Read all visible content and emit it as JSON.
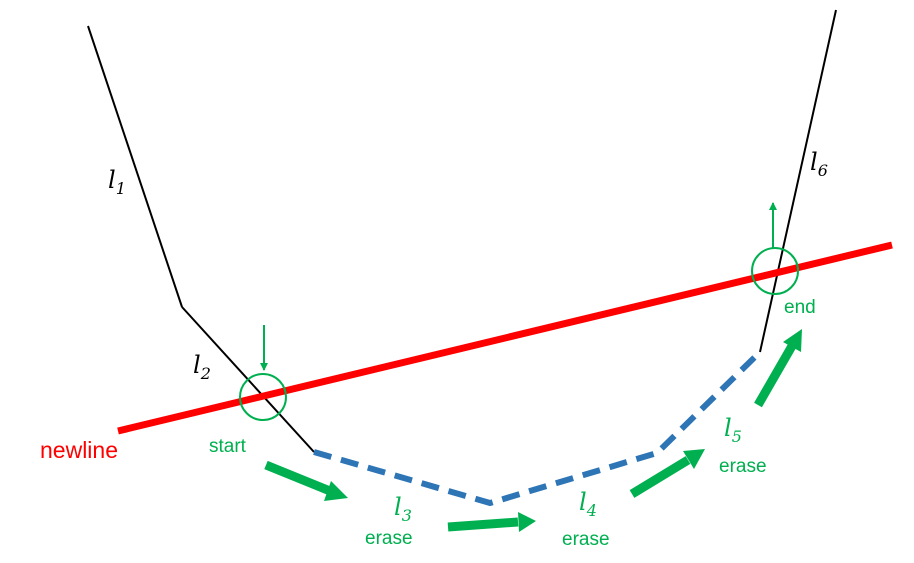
{
  "colors": {
    "polyline": "#000000",
    "erased": "#2e75b6",
    "newline": "#ff0000",
    "annotation": "#00b050"
  },
  "labels": {
    "newline": "newline",
    "start": "start",
    "end": "end",
    "erase": "erase",
    "l": "l",
    "l1_sub": "1",
    "l2_sub": "2",
    "l3_sub": "3",
    "l4_sub": "4",
    "l5_sub": "5",
    "l6_sub": "6"
  }
}
